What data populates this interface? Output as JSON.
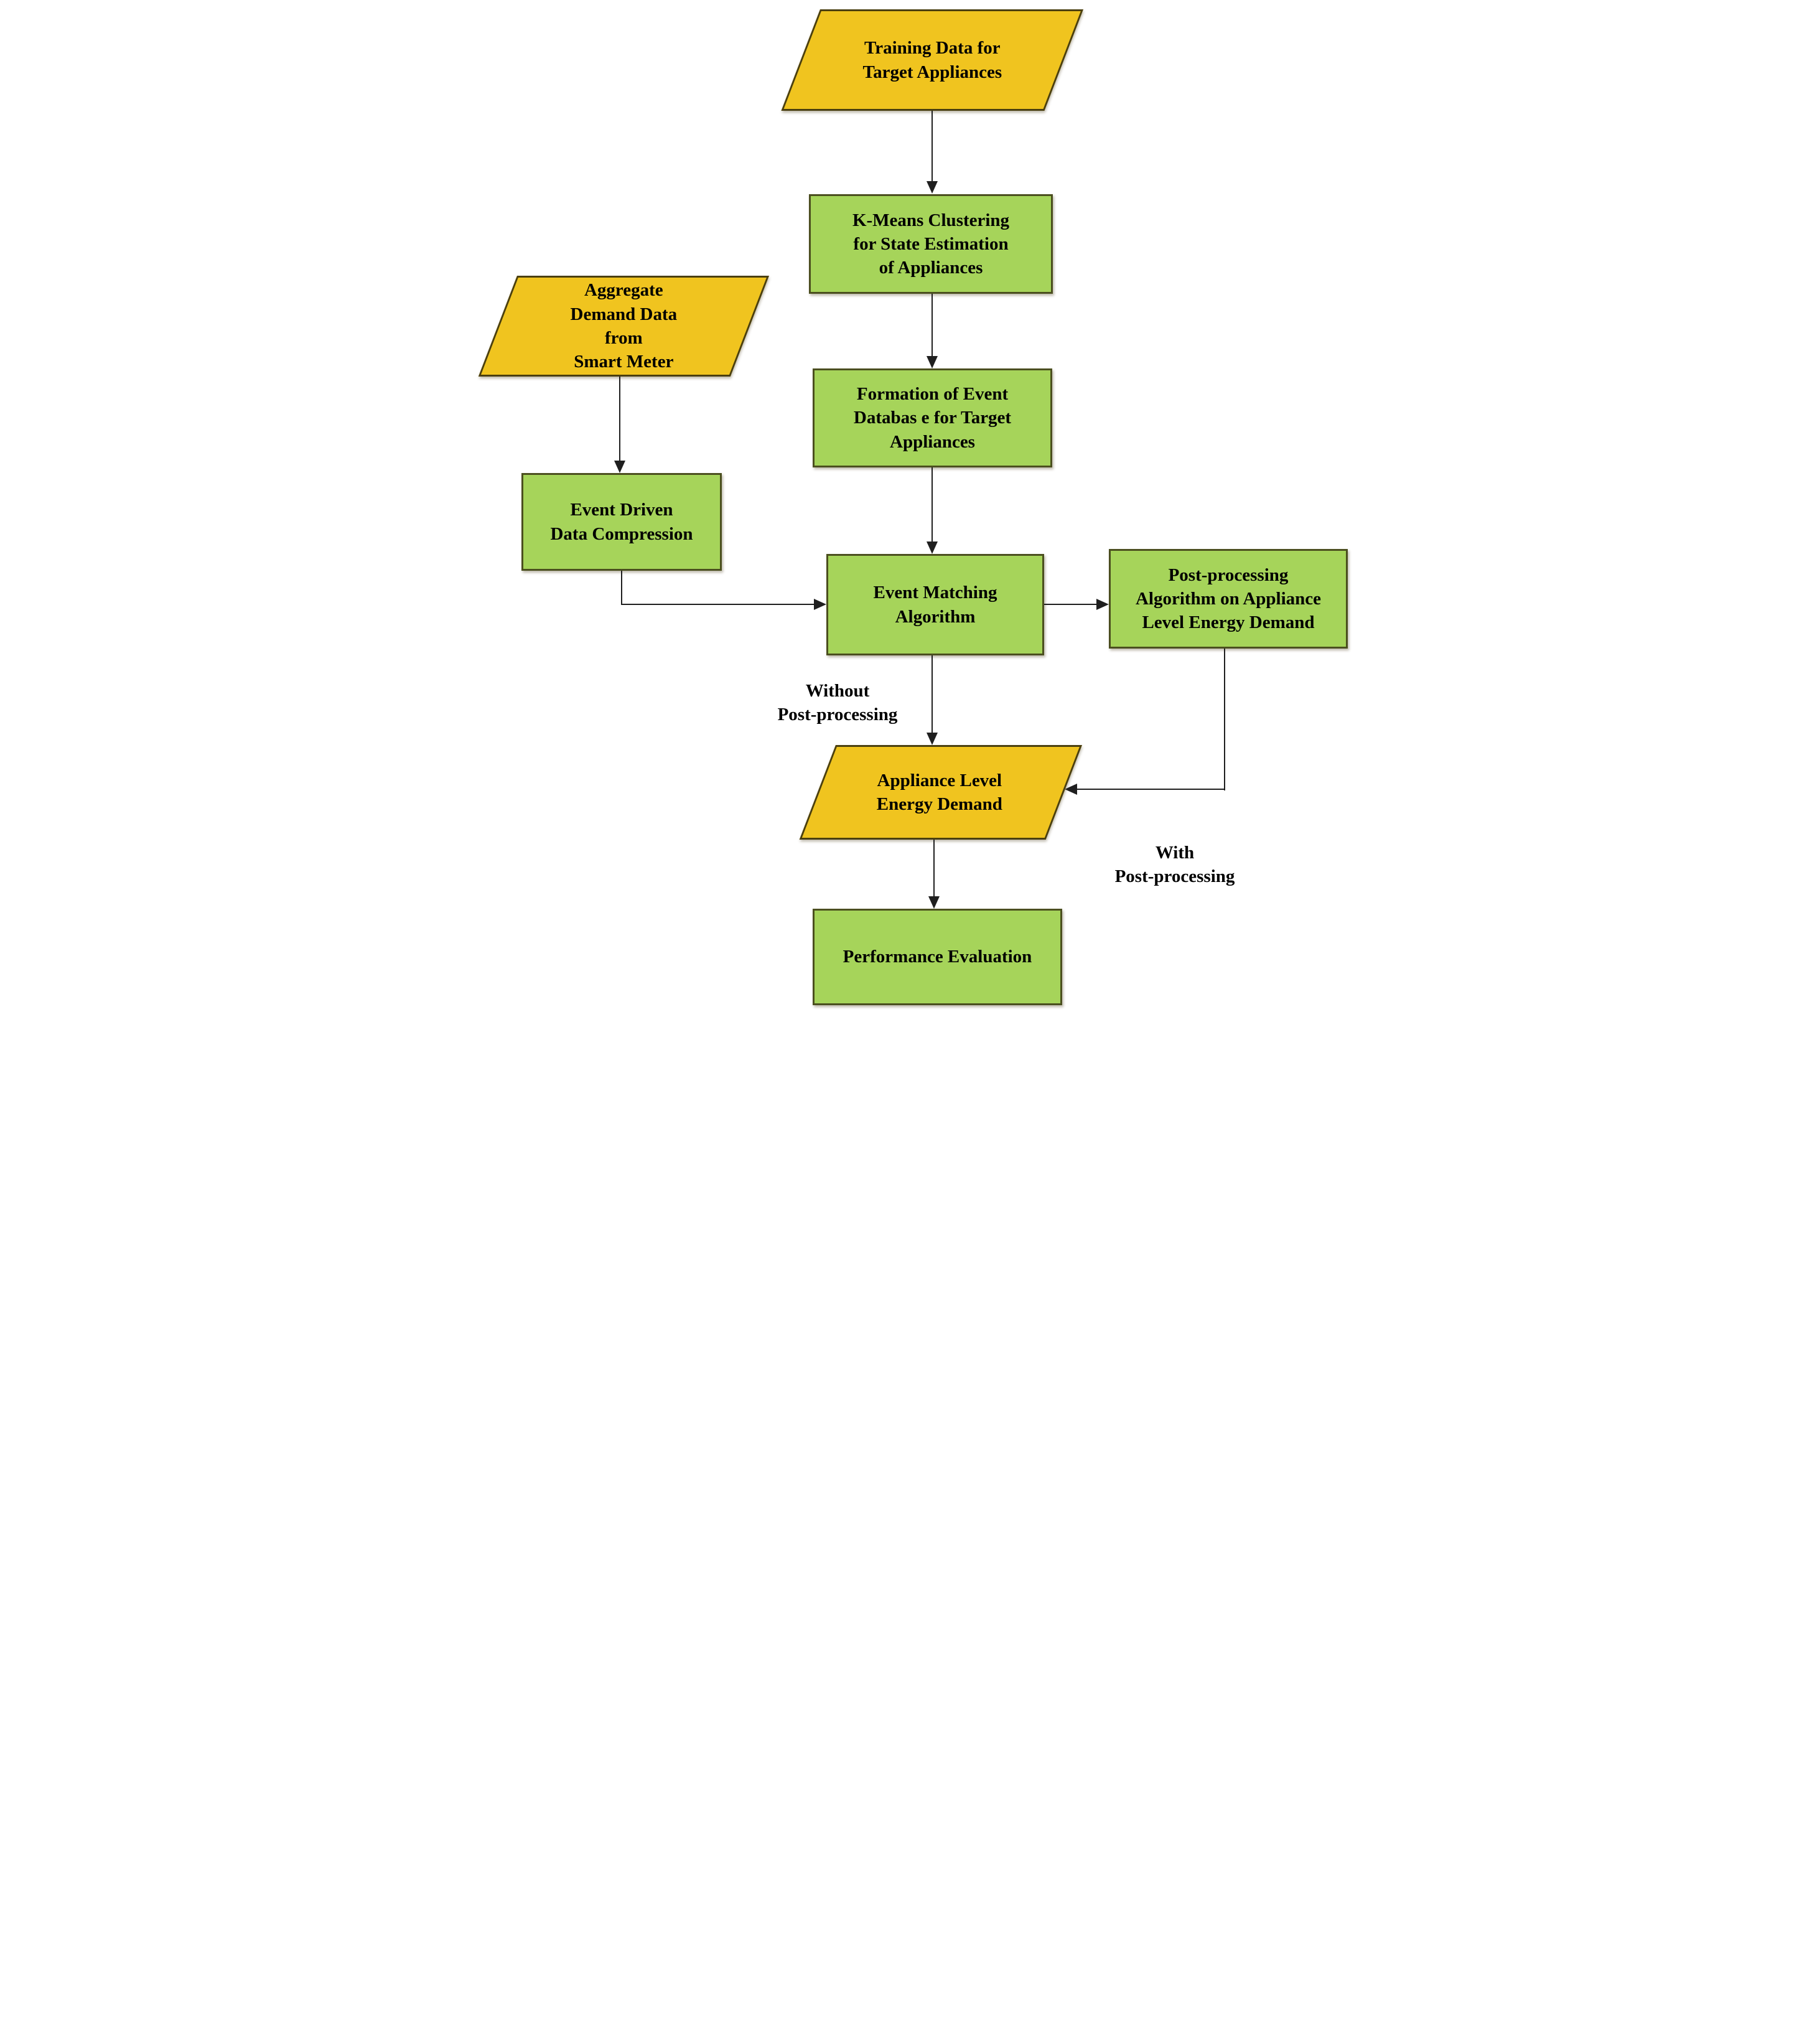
{
  "diagram": {
    "type": "flowchart",
    "nodes": [
      {
        "id": "training-data",
        "shape": "parallelogram",
        "role": "data",
        "lines": [
          "Training Data for",
          "Target Appliances"
        ]
      },
      {
        "id": "kmeans",
        "shape": "rectangle",
        "role": "process",
        "lines": [
          "K-Means Clustering",
          "for State Estimation",
          "of Appliances"
        ]
      },
      {
        "id": "aggregate-demand",
        "shape": "parallelogram",
        "role": "data",
        "lines": [
          "Aggregate",
          "Demand Data",
          "from",
          "Smart Meter"
        ]
      },
      {
        "id": "event-database",
        "shape": "rectangle",
        "role": "process",
        "lines": [
          "Formation of Event",
          "Databas e for Target",
          "Appliances"
        ]
      },
      {
        "id": "event-driven",
        "shape": "rectangle",
        "role": "process",
        "lines": [
          "Event Driven",
          "Data Compression"
        ]
      },
      {
        "id": "event-matching",
        "shape": "rectangle",
        "role": "process",
        "lines": [
          "Event Matching",
          "Algorithm"
        ]
      },
      {
        "id": "post-processing",
        "shape": "rectangle",
        "role": "process",
        "lines": [
          "Post-processing",
          "Algorithm on Appliance",
          "Level Energy Demand"
        ]
      },
      {
        "id": "appliance-demand",
        "shape": "parallelogram",
        "role": "data",
        "lines": [
          "Appliance Level",
          "Energy Demand"
        ]
      },
      {
        "id": "performance",
        "shape": "rectangle",
        "role": "process",
        "lines": [
          "Performance Evaluation"
        ]
      }
    ],
    "edge_labels": [
      {
        "id": "without-post-processing",
        "lines": [
          "Without",
          "Post-processing"
        ]
      },
      {
        "id": "with-post-processing",
        "lines": [
          "With",
          "Post-processing"
        ]
      }
    ],
    "colors": {
      "data_fill": "#F0C41F",
      "data_border": "#4A3F10",
      "process_fill": "#A6D45A",
      "process_border": "#4B4F1F",
      "arrow": "#1F1F1F",
      "text": "#000000"
    }
  }
}
